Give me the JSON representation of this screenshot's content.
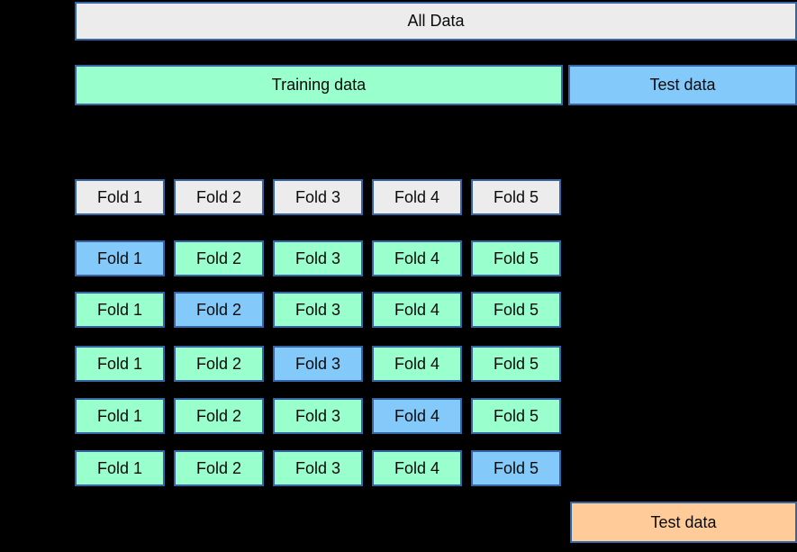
{
  "diagram": {
    "title_bar": "All Data",
    "training_label": "Training data",
    "test_label": "Test data",
    "final_test_label": "Test data"
  },
  "folds": {
    "labels": [
      "Fold 1",
      "Fold 2",
      "Fold 3",
      "Fold 4",
      "Fold 5"
    ],
    "header_row_style": "gray",
    "cv_splits": [
      {
        "highlighted_fold": "Fold 1"
      },
      {
        "highlighted_fold": "Fold 2"
      },
      {
        "highlighted_fold": "Fold 3"
      },
      {
        "highlighted_fold": "Fold 4"
      },
      {
        "highlighted_fold": "Fold 5"
      }
    ]
  },
  "colors": {
    "background": "#000000",
    "box_gray": "#ececec",
    "train_green": "#99ffcc",
    "test_blue": "#83c9f9",
    "final_orange": "#ffcc99",
    "border_blue": "#3465a4",
    "text": "#0b0b0b"
  }
}
